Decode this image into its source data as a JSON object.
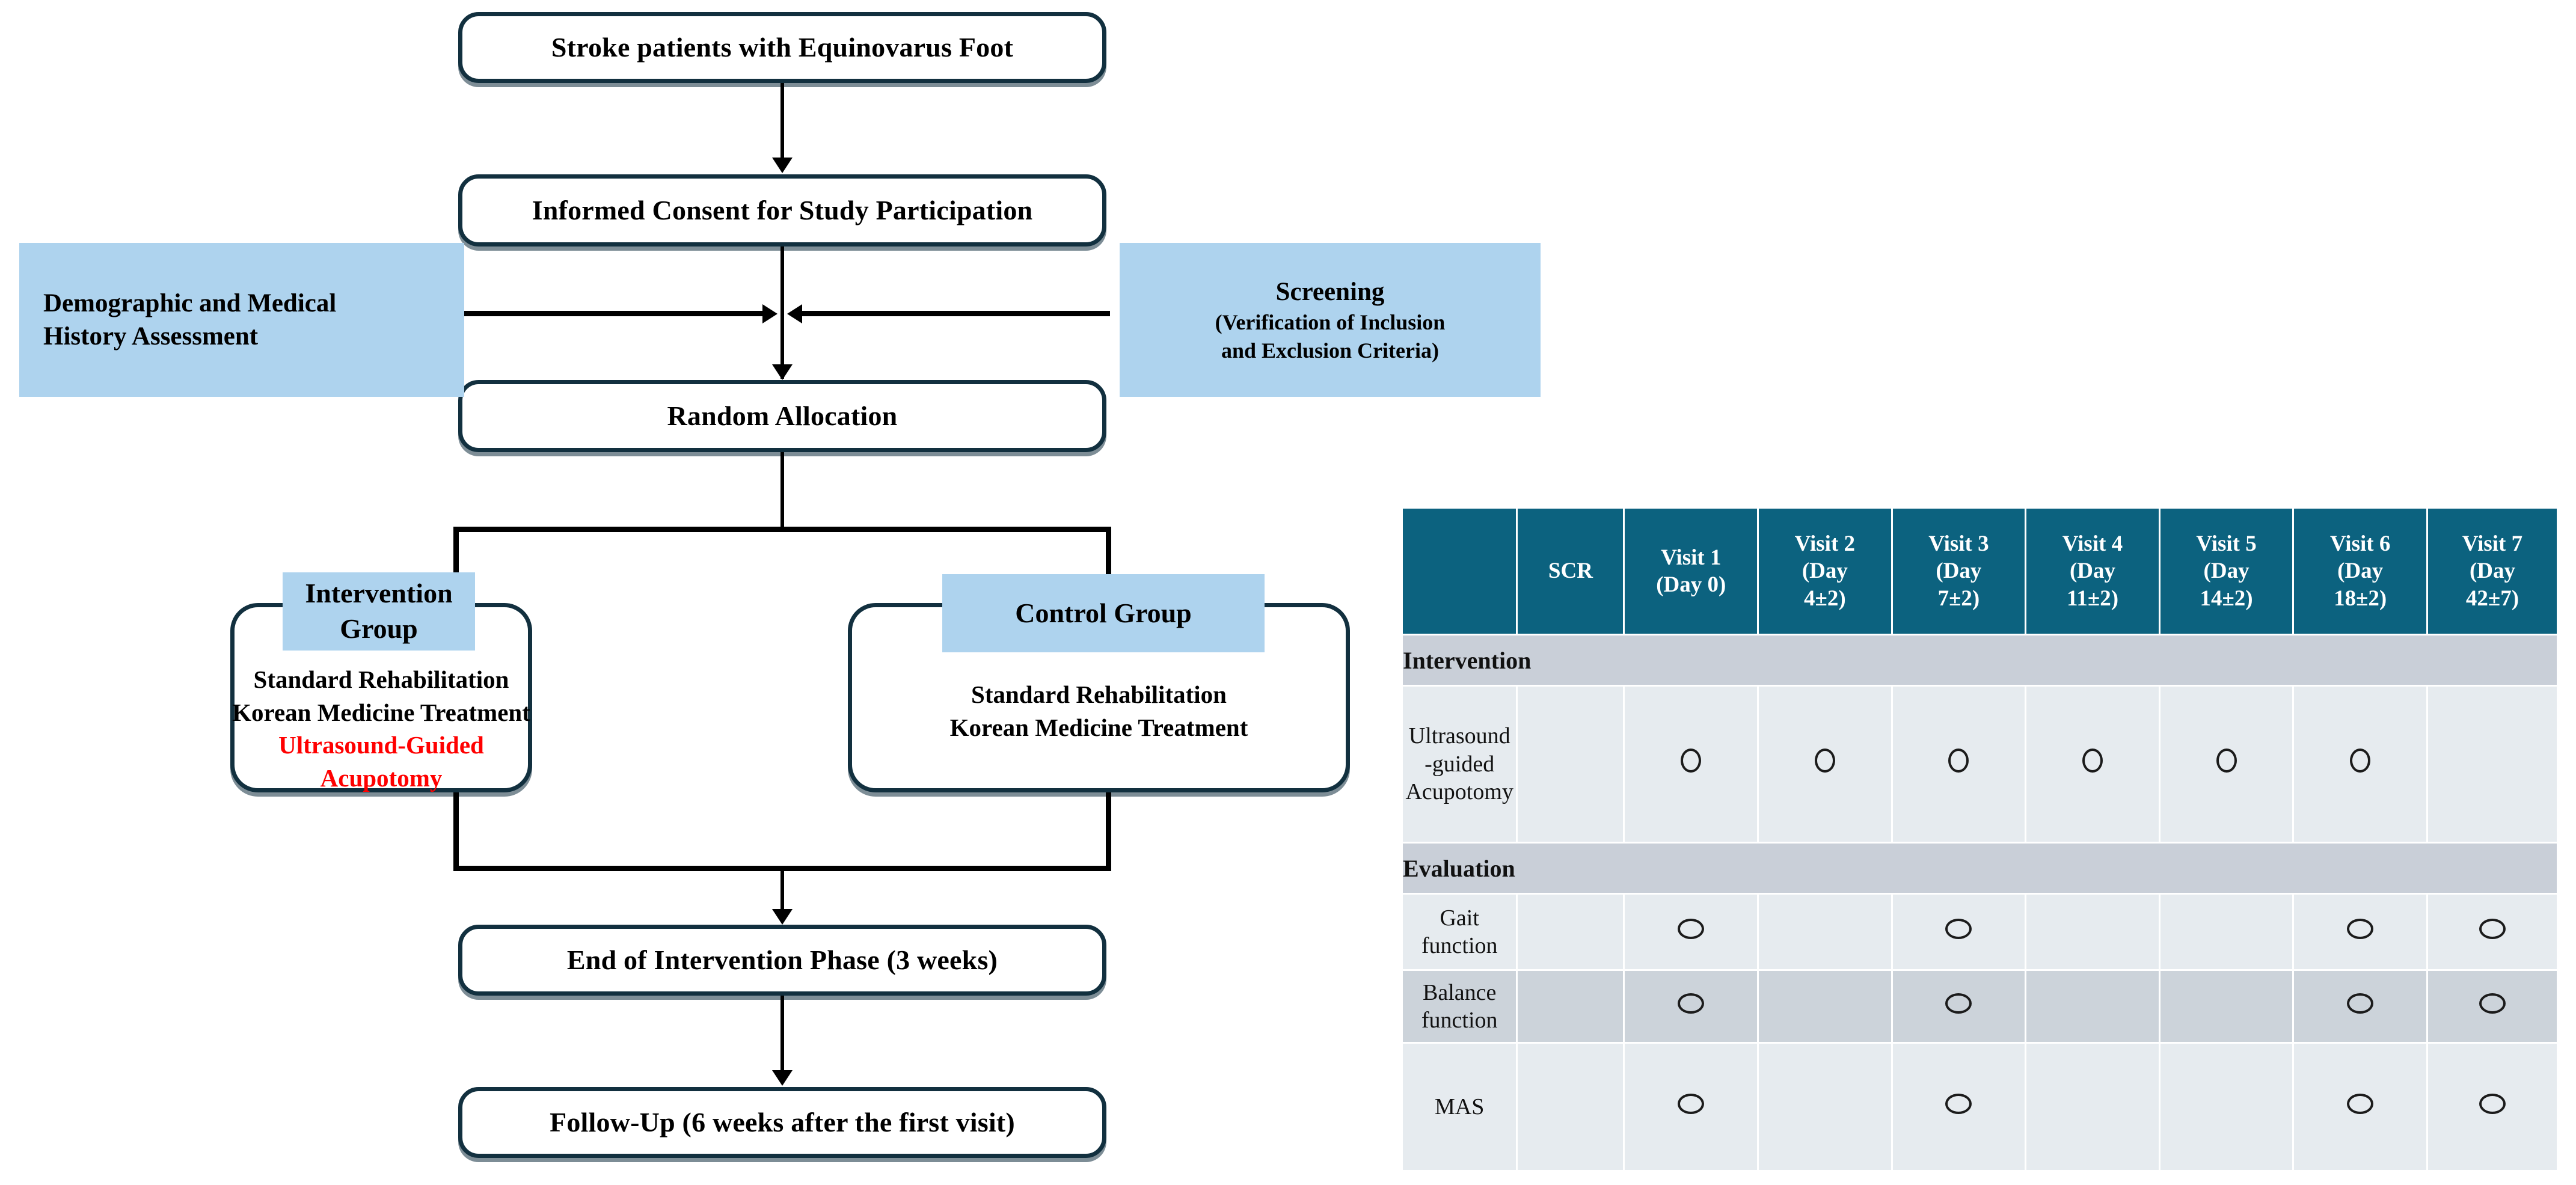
{
  "flowchart": {
    "nodes": [
      {
        "id": "enrollment",
        "label": "Stroke patients with Equinovarus Foot"
      },
      {
        "id": "consent",
        "label": "Informed Consent for Study Participation"
      },
      {
        "id": "randomization",
        "label": "Random Allocation"
      },
      {
        "id": "end-phase",
        "label": "End of Intervention Phase (3 weeks)"
      },
      {
        "id": "follow-up",
        "label": "Follow-Up (6 weeks after the first visit)"
      }
    ],
    "side_boxes": {
      "demographics": {
        "line1": "Demographic and Medical",
        "line2": "History Assessment"
      },
      "screening": {
        "title": "Screening",
        "line1": "(Verification of Inclusion",
        "line2": "and Exclusion Criteria)"
      }
    },
    "arms": {
      "intervention": {
        "tag": "Intervention Group",
        "items": [
          "Standard Rehabilitation",
          "Korean Medicine Treatment",
          "Ultrasound-Guided Acupotomy"
        ],
        "highlight_index": 2,
        "highlight_color": "#ff0000"
      },
      "control": {
        "tag": "Control Group",
        "items": [
          "Standard Rehabilitation",
          "Korean Medicine Treatment"
        ]
      }
    },
    "colors": {
      "box_border": "#12303f",
      "blue_fill": "#aed3ee",
      "connector": "#000000"
    }
  },
  "schedule": {
    "colors": {
      "header_fill": "#0c627f",
      "header_text": "#ffffff",
      "section_fill": "#c9cfd8",
      "row_fill": "#e6ebef",
      "row_fill_alt": "#ccd3da"
    },
    "columns": [
      {
        "key": "item",
        "label": ""
      },
      {
        "key": "scr",
        "label": "SCR"
      },
      {
        "key": "v1",
        "label": "Visit 1\n(Day 0)"
      },
      {
        "key": "v2",
        "label": "Visit 2\n(Day\n4±2)"
      },
      {
        "key": "v3",
        "label": "Visit 3\n(Day\n7±2)"
      },
      {
        "key": "v4",
        "label": "Visit 4\n(Day\n11±2)"
      },
      {
        "key": "v5",
        "label": "Visit 5\n(Day\n14±2)"
      },
      {
        "key": "v6",
        "label": "Visit 6\n(Day\n18±2)"
      },
      {
        "key": "v7",
        "label": "Visit 7\n(Day\n42±7)"
      }
    ],
    "header_labels": {
      "corner": "",
      "scr": "SCR",
      "v1_l1": "Visit 1",
      "v1_l2": "(Day 0)",
      "v1_l3": "",
      "v2_l1": "Visit 2",
      "v2_l2": "(Day",
      "v2_l3": "4±2)",
      "v3_l1": "Visit 3",
      "v3_l2": "(Day",
      "v3_l3": "7±2)",
      "v4_l1": "Visit 4",
      "v4_l2": "(Day",
      "v4_l3": "11±2)",
      "v5_l1": "Visit 5",
      "v5_l2": "(Day",
      "v5_l3": "14±2)",
      "v6_l1": "Visit 6",
      "v6_l2": "(Day",
      "v6_l3": "18±2)",
      "v7_l1": "Visit 7",
      "v7_l2": "(Day",
      "v7_l3": "42±7)"
    },
    "sections": [
      {
        "title": "Intervention",
        "rows": [
          {
            "label_lines": [
              "Ultrasound",
              "-guided",
              "Acupotomy"
            ],
            "marks": {
              "scr": false,
              "v1": true,
              "v2": true,
              "v3": true,
              "v4": true,
              "v5": true,
              "v6": true,
              "v7": false
            }
          }
        ]
      },
      {
        "title": "Evaluation",
        "rows": [
          {
            "label_lines": [
              "Gait",
              "function"
            ],
            "marks": {
              "scr": false,
              "v1": true,
              "v2": false,
              "v3": true,
              "v4": false,
              "v5": false,
              "v6": true,
              "v7": true
            }
          },
          {
            "label_lines": [
              "Balance",
              "function"
            ],
            "marks": {
              "scr": false,
              "v1": true,
              "v2": false,
              "v3": true,
              "v4": false,
              "v5": false,
              "v6": true,
              "v7": true
            }
          },
          {
            "label_lines": [
              "MAS",
              "",
              ""
            ],
            "marks": {
              "scr": false,
              "v1": true,
              "v2": false,
              "v3": true,
              "v4": false,
              "v5": false,
              "v6": true,
              "v7": true
            }
          }
        ]
      }
    ],
    "section_titles": {
      "intervention": "Intervention",
      "evaluation": "Evaluation"
    },
    "row_labels": {
      "acupotomy_l1": "Ultrasound",
      "acupotomy_l2": "-guided",
      "acupotomy_l3": "Acupotomy",
      "gait_l1": "Gait",
      "gait_l2": "function",
      "balance_l1": "Balance",
      "balance_l2": "function",
      "mas": "MAS"
    },
    "mark_symbol": "circle-mark"
  }
}
